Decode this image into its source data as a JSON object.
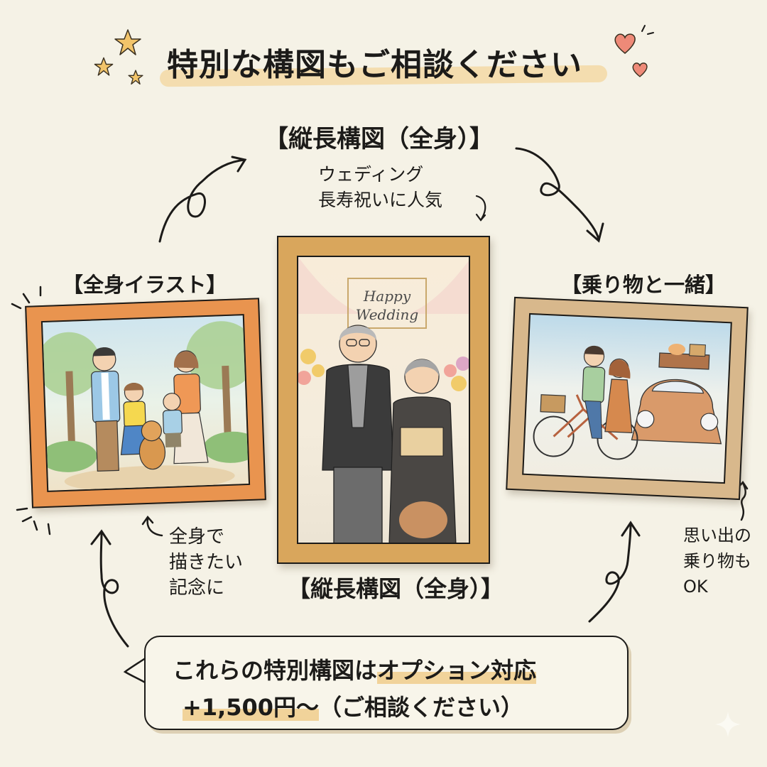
{
  "header": {
    "title": "特別な構図もご相談ください"
  },
  "center_panel": {
    "label_top": "【縦長構図（全身）】",
    "note": "ウェディング\n長寿祝いに人気",
    "picture_text_line1": "Happy",
    "picture_text_line2": "Wedding",
    "label_bottom": "【縦長構図（全身）】",
    "frame_color": "#d9a65c"
  },
  "left_panel": {
    "label": "【全身イラスト】",
    "note": "全身で\n描きたい\n記念に",
    "frame_color": "#e9944f"
  },
  "right_panel": {
    "label": "【乗り物と一緒】",
    "note": "思い出の\n乗り物も\nOK",
    "frame_color": "#d8b88c"
  },
  "footer_bubble": {
    "line1_prefix": "これらの特別構図は",
    "line1_highlight": "オプション対応",
    "line2_highlight": "+1,500円〜",
    "line2_suffix": "（ご相談ください）",
    "highlight_color": "#f1d39a"
  },
  "colors": {
    "background": "#f5f2e6",
    "ink": "#1c1b19",
    "star": "#f2c46a",
    "heart": "#ee8a78"
  }
}
